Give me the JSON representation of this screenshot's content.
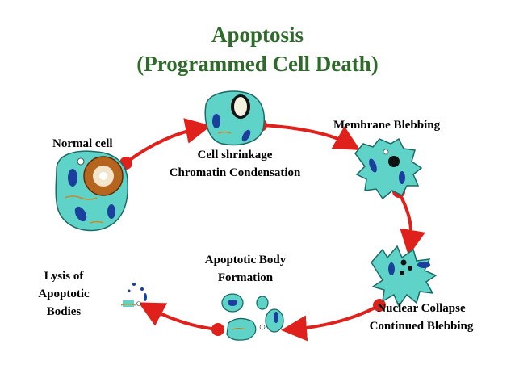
{
  "title": {
    "line1": "Apoptosis",
    "line2": "(Programmed Cell Death)"
  },
  "stages": {
    "normal": "Normal cell",
    "shrinkage_1": "Cell shrinkage",
    "shrinkage_2": "Chromatin Condensation",
    "blebbing": "Membrane Blebbing",
    "collapse_1": "Nuclear Collapse",
    "collapse_2": "Continued Blebbing",
    "body_1": "Apoptotic Body",
    "body_2": "Formation",
    "lysis_1": "Lysis of",
    "lysis_2": "Apoptotic",
    "lysis_3": "Bodies"
  },
  "colors": {
    "title": "#2e6b2a",
    "cytoplasm": "#5fd3c8",
    "arrow": "#e0201b",
    "organelle": "#1a3f9c",
    "nucleus": "#b5651d"
  }
}
